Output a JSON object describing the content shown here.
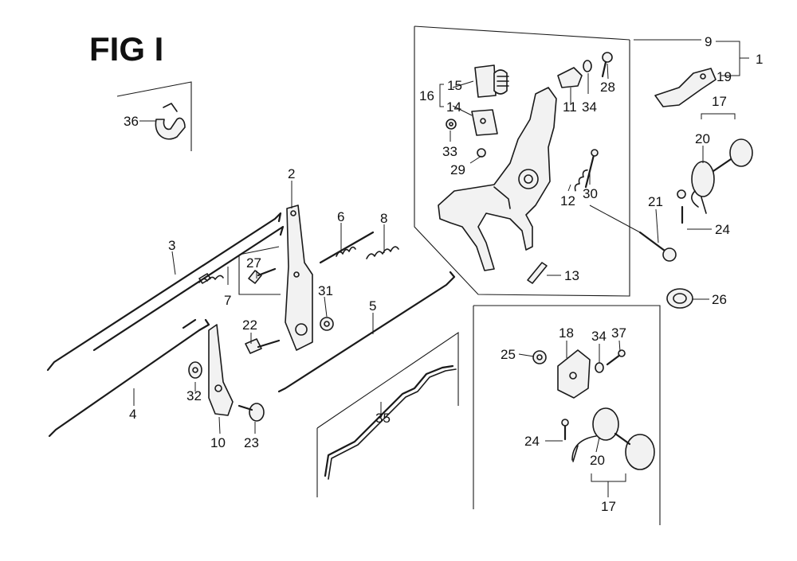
{
  "figure": {
    "title": "FIG I"
  },
  "callouts": [
    {
      "id": "c1",
      "label": "1"
    },
    {
      "id": "c2",
      "label": "2"
    },
    {
      "id": "c3",
      "label": "3"
    },
    {
      "id": "c4",
      "label": "4"
    },
    {
      "id": "c5",
      "label": "5"
    },
    {
      "id": "c6",
      "label": "6"
    },
    {
      "id": "c7",
      "label": "7"
    },
    {
      "id": "c8",
      "label": "8"
    },
    {
      "id": "c9",
      "label": "9"
    },
    {
      "id": "c10",
      "label": "10"
    },
    {
      "id": "c11",
      "label": "11"
    },
    {
      "id": "c12",
      "label": "12"
    },
    {
      "id": "c13",
      "label": "13"
    },
    {
      "id": "c14",
      "label": "14"
    },
    {
      "id": "c15",
      "label": "15"
    },
    {
      "id": "c16",
      "label": "16"
    },
    {
      "id": "c17a",
      "label": "17"
    },
    {
      "id": "c17b",
      "label": "17"
    },
    {
      "id": "c18",
      "label": "18"
    },
    {
      "id": "c19",
      "label": "19"
    },
    {
      "id": "c20a",
      "label": "20"
    },
    {
      "id": "c20b",
      "label": "20"
    },
    {
      "id": "c21",
      "label": "21"
    },
    {
      "id": "c22",
      "label": "22"
    },
    {
      "id": "c23",
      "label": "23"
    },
    {
      "id": "c24a",
      "label": "24"
    },
    {
      "id": "c24b",
      "label": "24"
    },
    {
      "id": "c25",
      "label": "25"
    },
    {
      "id": "c26",
      "label": "26"
    },
    {
      "id": "c27",
      "label": "27"
    },
    {
      "id": "c28",
      "label": "28"
    },
    {
      "id": "c29",
      "label": "29"
    },
    {
      "id": "c30",
      "label": "30"
    },
    {
      "id": "c31",
      "label": "31"
    },
    {
      "id": "c32",
      "label": "32"
    },
    {
      "id": "c33",
      "label": "33"
    },
    {
      "id": "c34a",
      "label": "34"
    },
    {
      "id": "c34b",
      "label": "34"
    },
    {
      "id": "c35",
      "label": "35"
    },
    {
      "id": "c36",
      "label": "36"
    },
    {
      "id": "c37",
      "label": "37"
    }
  ]
}
